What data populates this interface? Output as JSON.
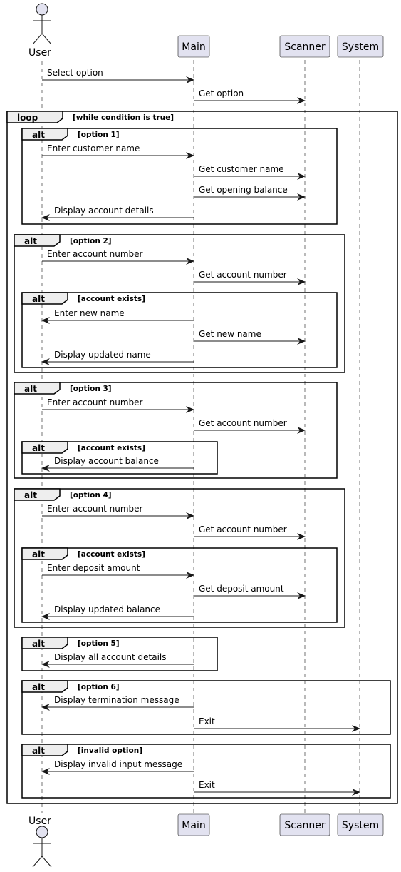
{
  "participants": {
    "user": "User",
    "main": "Main",
    "scanner": "Scanner",
    "system": "System"
  },
  "colors": {
    "participant_fill": "#E2E2F0",
    "participant_stroke": "#181818",
    "frame_header_fill": "#EEEEEE",
    "lifeline": "#181818"
  },
  "messages": {
    "m1": "Select option",
    "m2": "Get option",
    "m3": "Enter customer name",
    "m4": "Get customer name",
    "m5": "Get opening balance",
    "m6": "Display account details",
    "m7": "Enter account number",
    "m8": "Get account number",
    "m9": "Enter new name",
    "m10": "Get new name",
    "m11": "Display updated name",
    "m12": "Enter account number",
    "m13": "Get account number",
    "m14": "Display account balance",
    "m15": "Enter account number",
    "m16": "Get account number",
    "m17": "Enter deposit amount",
    "m18": "Get deposit amount",
    "m19": "Display updated balance",
    "m20": "Display all account details",
    "m21": "Display termination message",
    "m22": "Exit",
    "m23": "Display invalid input message",
    "m24": "Exit"
  },
  "frames": {
    "loop": {
      "kw": "loop",
      "cond": "[while condition is true]"
    },
    "f1": {
      "kw": "alt",
      "cond": "[option 1]"
    },
    "f2": {
      "kw": "alt",
      "cond": "[option 2]"
    },
    "f2a": {
      "kw": "alt",
      "cond": "[account exists]"
    },
    "f3": {
      "kw": "alt",
      "cond": "[option 3]"
    },
    "f3a": {
      "kw": "alt",
      "cond": "[account exists]"
    },
    "f4": {
      "kw": "alt",
      "cond": "[option 4]"
    },
    "f4a": {
      "kw": "alt",
      "cond": "[account exists]"
    },
    "f5": {
      "kw": "alt",
      "cond": "[option 5]"
    },
    "f6": {
      "kw": "alt",
      "cond": "[option 6]"
    },
    "f7": {
      "kw": "alt",
      "cond": "[invalid option]"
    }
  }
}
